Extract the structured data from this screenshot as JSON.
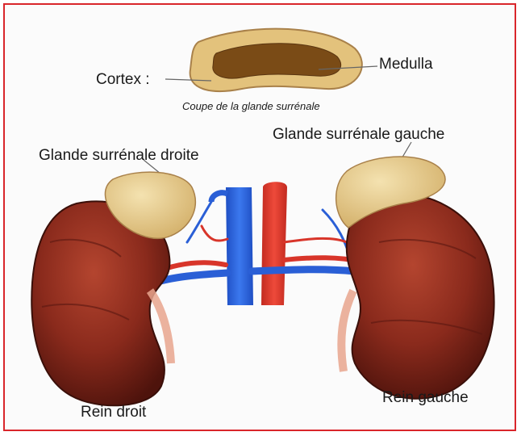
{
  "labels": {
    "cortex": "Cortex :",
    "medulla": "Medulla",
    "section_caption": "Coupe de la glande surrénale",
    "right_adrenal": "Glande surrénale droite",
    "left_adrenal": "Glande surrénale gauche",
    "right_kidney": "Rein droit",
    "left_kidney": "Rein gauche"
  },
  "colors": {
    "frame": "#d9262b",
    "kidney": "#8a2a1c",
    "adrenal": "#e6c98a",
    "vein": "#2a5fd6",
    "artery": "#d8352a"
  }
}
